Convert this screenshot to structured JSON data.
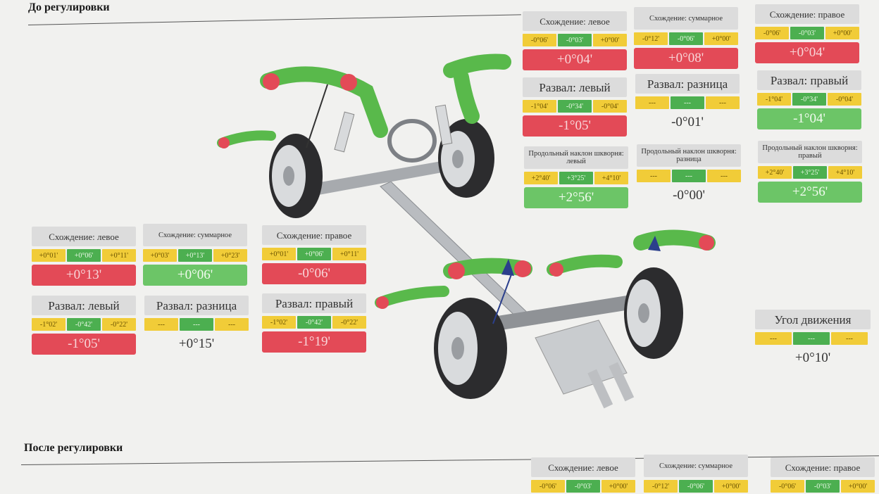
{
  "colors": {
    "out_of_range": "#e34a57",
    "in_range": "#6cc567",
    "tolerance_limit": "#f1cc38",
    "tolerance_mid": "#4caf50"
  },
  "before": {
    "title": "До регулировки",
    "front": {
      "toe_left": {
        "label": "Схождение: левое",
        "min": "-0°06'",
        "mid": "-0°03'",
        "max": "+0°00'",
        "value": "+0°04'",
        "status": "red"
      },
      "toe_total": {
        "label": "Схождение: суммарное",
        "min": "-0°12'",
        "mid": "-0°06'",
        "max": "+0°00'",
        "value": "+0°08'",
        "status": "red"
      },
      "toe_right": {
        "label": "Схождение: правое",
        "min": "-0°06'",
        "mid": "-0°03'",
        "max": "+0°00'",
        "value": "+0°04'",
        "status": "red"
      },
      "camber_left": {
        "label": "Развал: левый",
        "min": "-1°04'",
        "mid": "-0°34'",
        "max": "-0°04'",
        "value": "-1°05'",
        "status": "red"
      },
      "camber_diff": {
        "label": "Развал: разница",
        "min": "---",
        "mid": "---",
        "max": "---",
        "value": "-0°01'",
        "status": "plain"
      },
      "camber_right": {
        "label": "Развал: правый",
        "min": "-1°04'",
        "mid": "-0°34'",
        "max": "-0°04'",
        "value": "-1°04'",
        "status": "green"
      },
      "caster_left": {
        "label": "Продольный наклон шкворня: левый",
        "min": "+2°40'",
        "mid": "+3°25'",
        "max": "+4°10'",
        "value": "+2°56'",
        "status": "green"
      },
      "caster_diff": {
        "label": "Продольный наклон шкворня: разница",
        "min": "---",
        "mid": "---",
        "max": "---",
        "value": "-0°00'",
        "status": "plain"
      },
      "caster_right": {
        "label": "Продольный наклон шкворня: правый",
        "min": "+2°40'",
        "mid": "+3°25'",
        "max": "+4°10'",
        "value": "+2°56'",
        "status": "green"
      }
    },
    "rear": {
      "toe_left": {
        "label": "Схождение: левое",
        "min": "+0°01'",
        "mid": "+0°06'",
        "max": "+0°11'",
        "value": "+0°13'",
        "status": "red"
      },
      "toe_total": {
        "label": "Схождение: суммарное",
        "min": "+0°03'",
        "mid": "+0°13'",
        "max": "+0°23'",
        "value": "+0°06'",
        "status": "green"
      },
      "toe_right": {
        "label": "Схождение: правое",
        "min": "+0°01'",
        "mid": "+0°06'",
        "max": "+0°11'",
        "value": "-0°06'",
        "status": "red"
      },
      "camber_left": {
        "label": "Развал: левый",
        "min": "-1°02'",
        "mid": "-0°42'",
        "max": "-0°22'",
        "value": "-1°05'",
        "status": "red"
      },
      "camber_diff": {
        "label": "Развал: разница",
        "min": "---",
        "mid": "---",
        "max": "---",
        "value": "+0°15'",
        "status": "plain"
      },
      "camber_right": {
        "label": "Развал: правый",
        "min": "-1°02'",
        "mid": "-0°42'",
        "max": "-0°22'",
        "value": "-1°19'",
        "status": "red"
      }
    },
    "thrust": {
      "label": "Угол движения",
      "min": "---",
      "mid": "---",
      "max": "---",
      "value": "+0°10'",
      "status": "plain"
    }
  },
  "after": {
    "title": "После регулировки",
    "front": {
      "toe_left": {
        "label": "Схождение: левое",
        "min": "-0°06'",
        "mid": "-0°03'",
        "max": "+0°00'"
      },
      "toe_total": {
        "label": "Схождение: суммарное",
        "min": "-0°12'",
        "mid": "-0°06'",
        "max": "+0°00'"
      },
      "toe_right": {
        "label": "Схождение: правое",
        "min": "-0°06'",
        "mid": "-0°03'",
        "max": "+0°00'"
      }
    }
  }
}
